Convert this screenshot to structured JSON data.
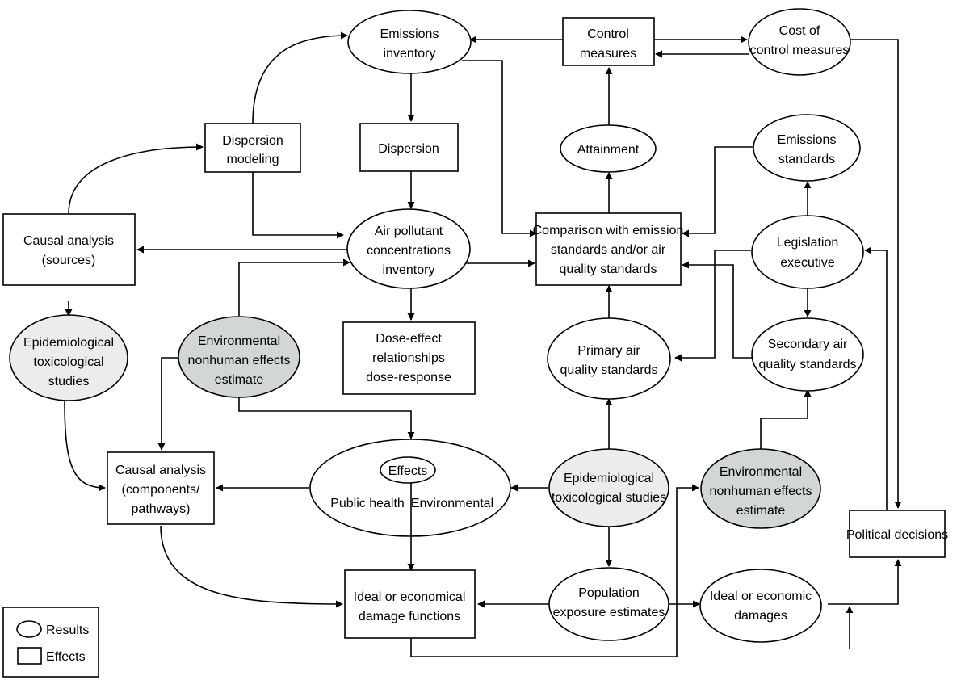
{
  "nodes": {
    "emissions_inventory": [
      "Emissions",
      "inventory"
    ],
    "control_measures": [
      "Control",
      "measures"
    ],
    "cost_control": [
      "Cost of",
      "control measures"
    ],
    "dispersion_modeling": [
      "Dispersion",
      "modeling"
    ],
    "dispersion": [
      "Dispersion"
    ],
    "attainment": [
      "Attainment"
    ],
    "emissions_standards": [
      "Emissions",
      "standards"
    ],
    "causal_sources": [
      "Causal analysis",
      "(sources)"
    ],
    "air_pollutant": [
      "Air pollutant",
      "concentrations",
      "inventory"
    ],
    "comparison": [
      "Comparison with emission",
      "standards and/or air",
      "quality standards"
    ],
    "legislation": [
      "Legislation",
      "executive"
    ],
    "epi_left": [
      "Epidemiological",
      "toxicological",
      "studies"
    ],
    "env_left": [
      "Environmental",
      "nonhuman effects",
      "estimate"
    ],
    "dose_effect": [
      "Dose-effect",
      "relationships",
      "dose-response"
    ],
    "primary_aqs": [
      "Primary air",
      "quality standards"
    ],
    "secondary_aqs": [
      "Secondary air",
      "quality standards"
    ],
    "causal_components": [
      "Causal analysis",
      "(components/",
      "pathways)"
    ],
    "effects": [
      "Effects"
    ],
    "public_health": [
      "Public health"
    ],
    "environmental": [
      "Environmental"
    ],
    "epi_center": [
      "Epidemiological",
      "toxicological studies"
    ],
    "env_right": [
      "Environmental",
      "nonhuman effects",
      "estimate"
    ],
    "political": [
      "Political decisions"
    ],
    "damage_functions": [
      "Ideal or economical",
      "damage functions"
    ],
    "population": [
      "Population",
      "exposure estimates"
    ],
    "damages": [
      "Ideal or economic",
      "damages"
    ]
  },
  "legend": {
    "results": "Results",
    "effects": "Effects"
  },
  "colors": {
    "line": "#000000",
    "light_fill": "#ececec",
    "gray_fill": "#d2d6d6"
  }
}
